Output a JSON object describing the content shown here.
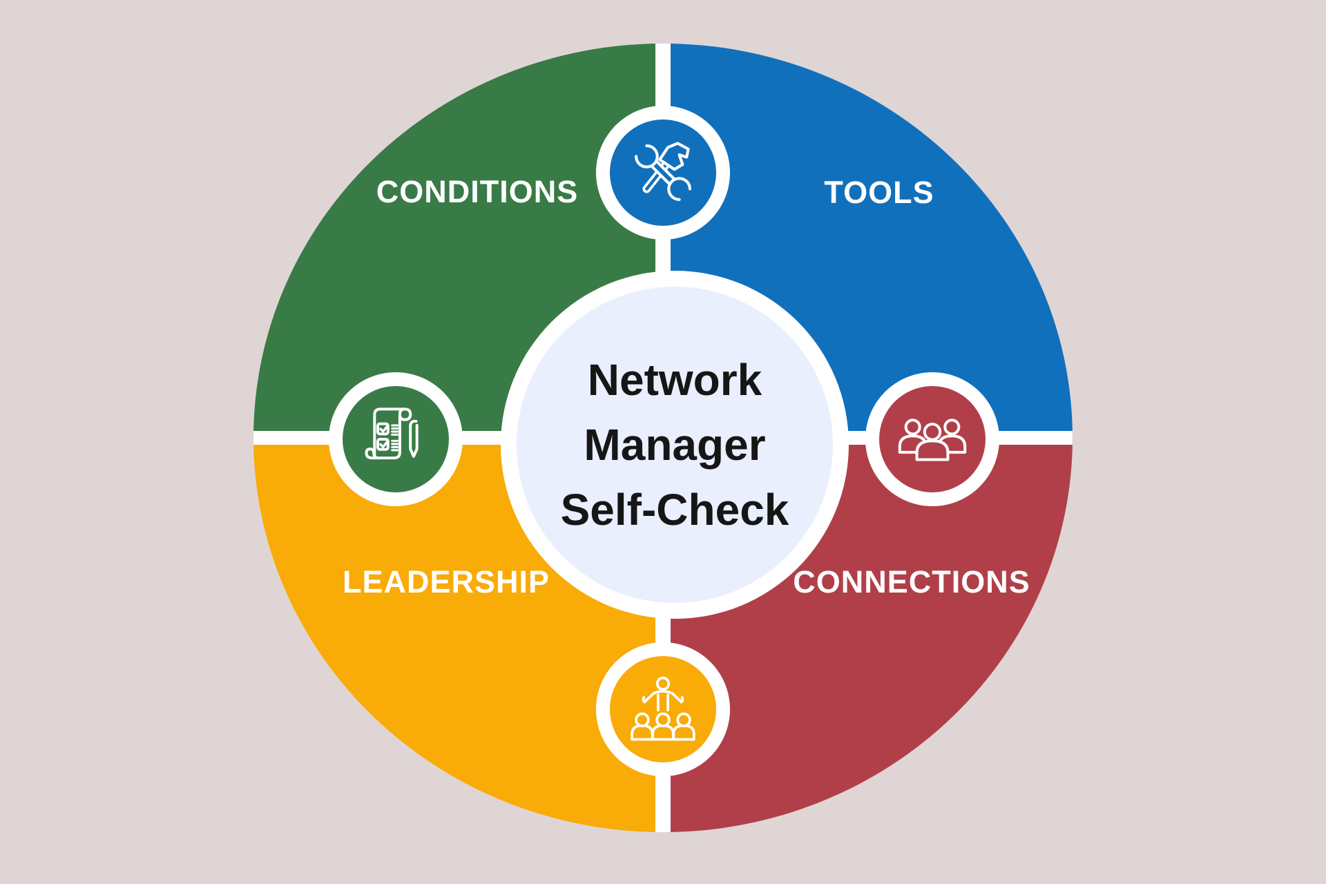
{
  "background_color": "#E0D5D5",
  "wheel": {
    "separator_color": "#FFFFFF",
    "icon_stroke_color": "#FFFFFF",
    "label_color": "#FFFFFF",
    "quadrants": [
      {
        "label": "CONDITIONS",
        "color": "#397B46",
        "position": "top-left",
        "icon": "checklist-scroll-icon",
        "icon_position": "left"
      },
      {
        "label": "TOOLS",
        "color": "#1170BC",
        "position": "top-right",
        "icon": "hammer-wrench-icon",
        "icon_position": "top"
      },
      {
        "label": "LEADERSHIP",
        "color": "#F9AB07",
        "position": "bottom-left",
        "icon": "presenter-audience-icon",
        "icon_position": "bottom"
      },
      {
        "label": "CONNECTIONS",
        "color": "#B13F49",
        "position": "bottom-right",
        "icon": "people-group-icon",
        "icon_position": "right"
      }
    ]
  },
  "center": {
    "title_line1": "Network",
    "title_line2": "Manager",
    "title_line3": "Self-Check",
    "fill_color": "#E9EFFC",
    "ring_color": "#FFFFFF",
    "text_color": "#161616"
  }
}
